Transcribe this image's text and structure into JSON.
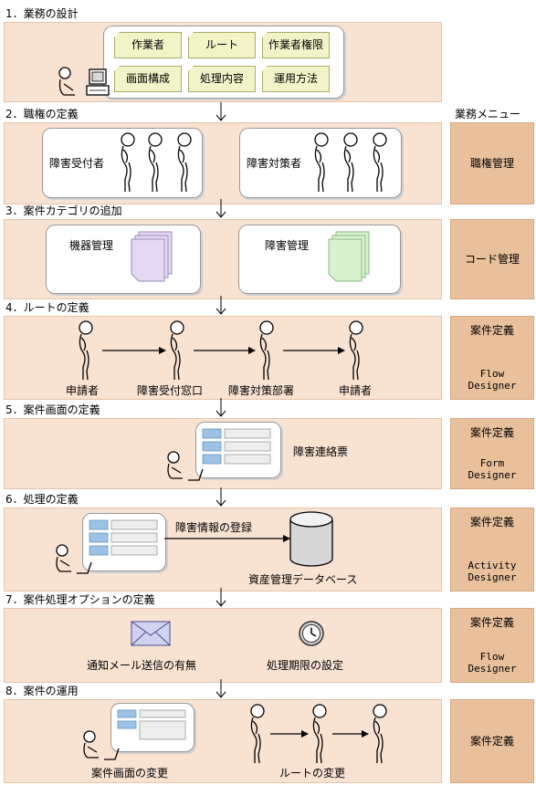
{
  "menu_header": "業務メニュー",
  "steps": [
    {
      "title": "1．業務の設計",
      "tags": [
        "作業者",
        "ルート",
        "作業者権限",
        "画面構成",
        "処理内容",
        "運用方法"
      ]
    },
    {
      "title": "2．職権の定義",
      "groups": [
        "障害受付者",
        "障害対策者"
      ],
      "menu": {
        "top": "職権管理"
      }
    },
    {
      "title": "3．案件カテゴリの追加",
      "groups": [
        "機器管理",
        "障害管理"
      ],
      "menu": {
        "top": "コード管理"
      }
    },
    {
      "title": "4．ルートの定義",
      "actors": [
        "申請者",
        "障害受付窓口",
        "障害対策部署",
        "申請者"
      ],
      "menu": {
        "top": "案件定義",
        "sub1": "Flow",
        "sub2": "Designer"
      }
    },
    {
      "title": "5．案件画面の定義",
      "form_label": "障害連絡票",
      "menu": {
        "top": "案件定義",
        "sub1": "Form",
        "sub2": "Designer"
      }
    },
    {
      "title": "6．処理の定義",
      "action_label": "障害情報の登録",
      "db_label": "資産管理データベース",
      "menu": {
        "top": "案件定義",
        "sub1": "Activity",
        "sub2": "Designer"
      }
    },
    {
      "title": "7．案件処理オプションの定義",
      "options": [
        "通知メール送信の有無",
        "処理期限の設定"
      ],
      "menu": {
        "top": "案件定義",
        "sub1": "Flow",
        "sub2": "Designer"
      }
    },
    {
      "title": "8．案件の運用",
      "changes": [
        "案件画面の変更",
        "ルートの変更"
      ],
      "menu": {
        "top": "案件定義"
      }
    }
  ],
  "colors": {
    "band": "#f8e2d2",
    "menu": "#e9c09c",
    "tag": "#f2f4c8",
    "form_row": "#9cc3e6",
    "doc_purple": "#e4d8f2",
    "doc_green": "#d8f2d0"
  }
}
